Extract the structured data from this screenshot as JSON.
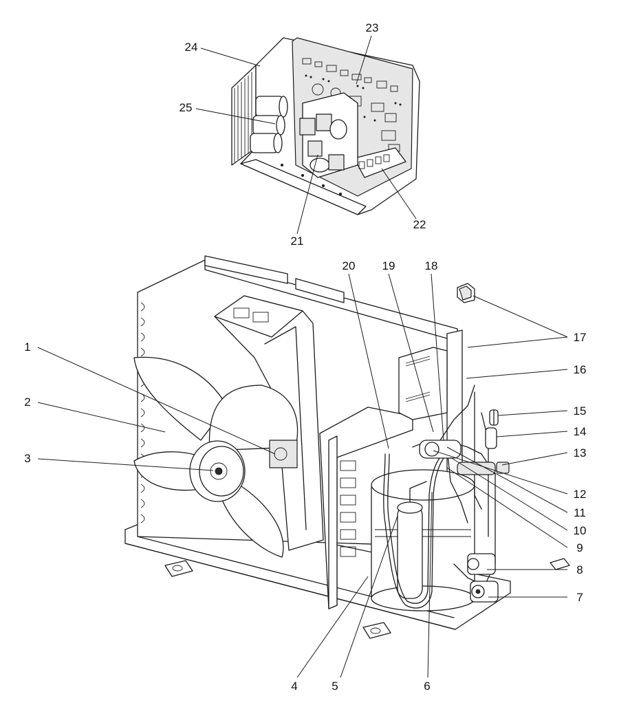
{
  "labels": [
    {
      "id": "1",
      "text": "1"
    },
    {
      "id": "2",
      "text": "2"
    },
    {
      "id": "3",
      "text": "3"
    },
    {
      "id": "4",
      "text": "4"
    },
    {
      "id": "5",
      "text": "5"
    },
    {
      "id": "6",
      "text": "6"
    },
    {
      "id": "7",
      "text": "7"
    },
    {
      "id": "8",
      "text": "8"
    },
    {
      "id": "9",
      "text": "9"
    },
    {
      "id": "10",
      "text": "10"
    },
    {
      "id": "11",
      "text": "11"
    },
    {
      "id": "12",
      "text": "12"
    },
    {
      "id": "13",
      "text": "13"
    },
    {
      "id": "14",
      "text": "14"
    },
    {
      "id": "15",
      "text": "15"
    },
    {
      "id": "16",
      "text": "16"
    },
    {
      "id": "17",
      "text": "17"
    },
    {
      "id": "18",
      "text": "18"
    },
    {
      "id": "19",
      "text": "19"
    },
    {
      "id": "20",
      "text": "20"
    },
    {
      "id": "21",
      "text": "21"
    },
    {
      "id": "22",
      "text": "22"
    },
    {
      "id": "23",
      "text": "23"
    },
    {
      "id": "24",
      "text": "24"
    },
    {
      "id": "25",
      "text": "25"
    }
  ]
}
